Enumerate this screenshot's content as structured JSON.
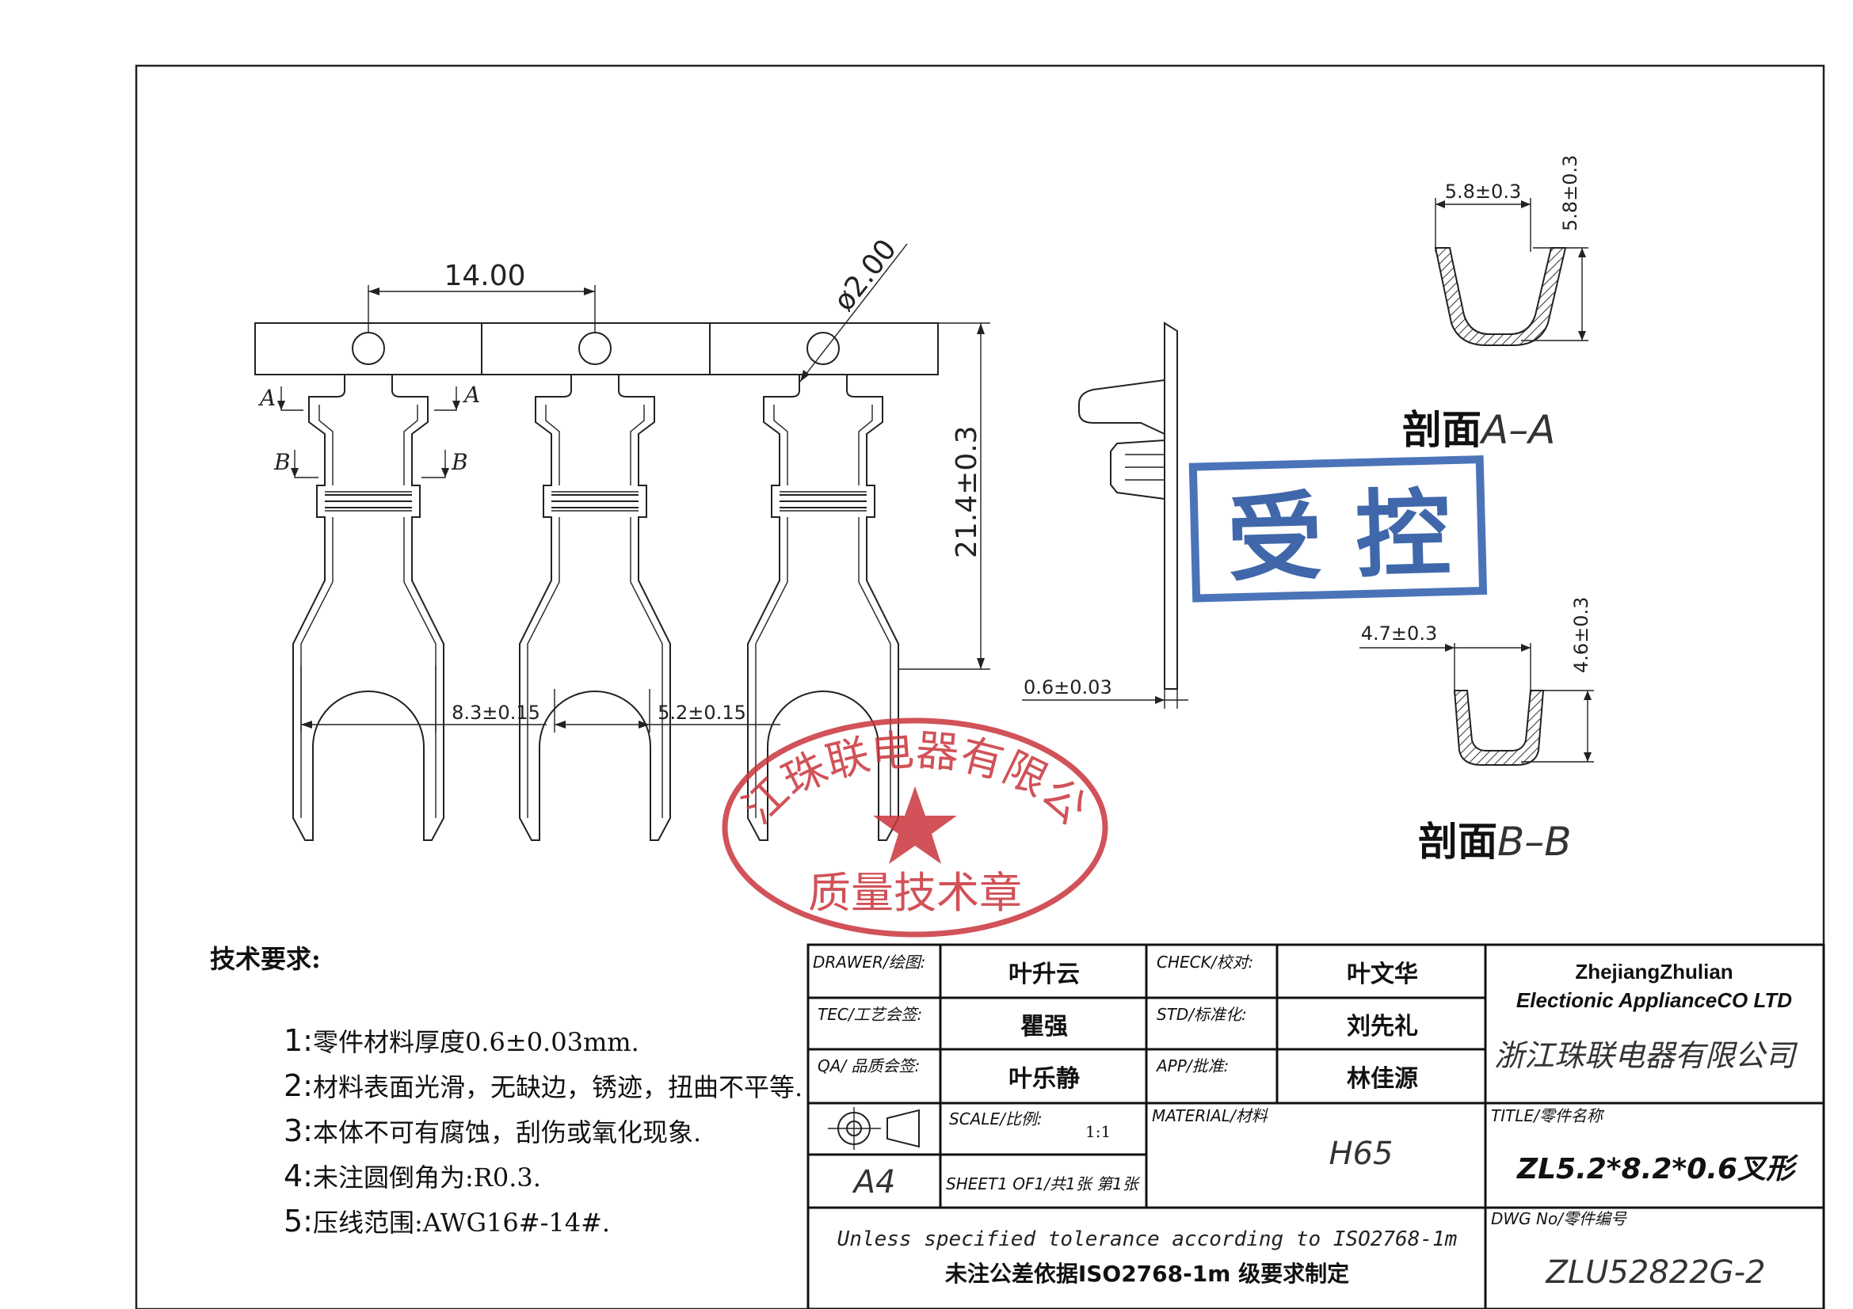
{
  "dims": {
    "pitch": "14.00",
    "hole": "ø2.00",
    "height": "21.4±0.3",
    "width_outer": "8.3±0.15",
    "width_inner": "5.2±0.15",
    "thickness": "0.6±0.03",
    "sec_aa_w": "5.8±0.3",
    "sec_aa_h": "5.8±0.3",
    "sec_bb_w": "4.7±0.3",
    "sec_bb_h": "4.6±0.3"
  },
  "marks": {
    "a": "A",
    "b": "B"
  },
  "sections": {
    "aa_prefix": "剖面",
    "aa_suffix": "A–A",
    "bb_prefix": "剖面",
    "bb_suffix": "B–B"
  },
  "control_stamp": "受 控",
  "company_stamp": {
    "ring_text": "浙江珠联电器有限公司",
    "bottom_text": "质量技术章"
  },
  "requirements": {
    "title": "技术要求:",
    "items": [
      {
        "num": "1:",
        "text": "零件材料厚度0.6±0.03mm."
      },
      {
        "num": "2:",
        "text": "材料表面光滑，无缺边，锈迹，扭曲不平等."
      },
      {
        "num": "3:",
        "text": "本体不可有腐蚀，刮伤或氧化现象."
      },
      {
        "num": "4:",
        "text": "未注圆倒角为:R0.3."
      },
      {
        "num": "5:",
        "text": "压线范围:AWG16#-14#."
      }
    ]
  },
  "title_block": {
    "drawer_label": "DRAWER/绘图:",
    "drawer": "叶升云",
    "check_label": "CHECK/校对:",
    "check": "叶文华",
    "tec_label": "TEC/工艺会签:",
    "tec": "瞿强",
    "std_label": "STD/标准化:",
    "std": "刘先礼",
    "qa_label": "QA/ 品质会签:",
    "qa": "叶乐静",
    "app_label": "APP/批准:",
    "app": "林佳源",
    "company_en1": "ZhejiangZhulian",
    "company_en2": "Electionic ApplianceCO LTD",
    "company_cn": "浙江珠联电器有限公司",
    "scale_label": "SCALE/比例:",
    "scale": "1:1",
    "sheet": "SHEET1 OF1/共1张 第1张",
    "paper": "A4",
    "material_label": "MATERIAL/材料",
    "material": "H65",
    "title_label": "TITLE/零件名称",
    "title": "ZL5.2*8.2*0.6叉形",
    "tolerance_en": "Unless specified tolerance according to ISO2768-1m",
    "tolerance_cn": "未注公差依据ISO2768-1m 级要求制定",
    "dwg_label": "DWG No/零件编号",
    "dwg_no": "ZLU52822G-2"
  }
}
